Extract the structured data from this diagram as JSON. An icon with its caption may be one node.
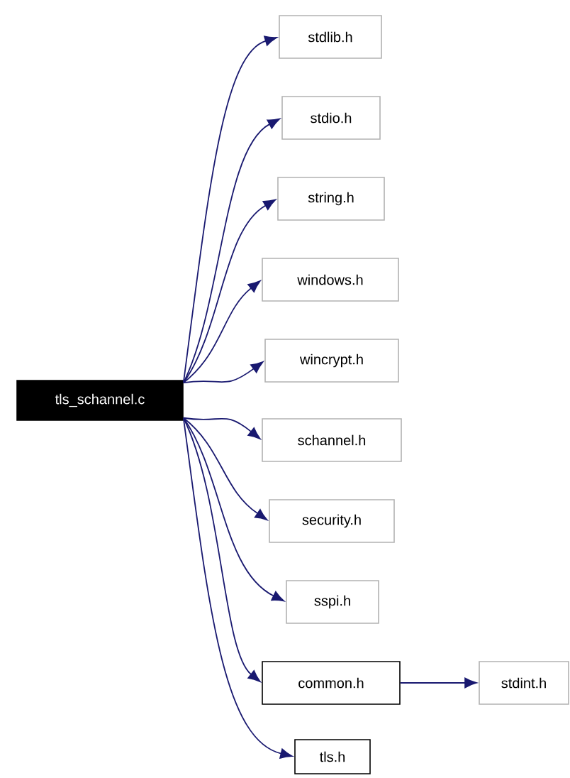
{
  "diagram": {
    "nodes": [
      {
        "text": [
          "tls_schannel.c"
        ]
      },
      {
        "text": [
          "stdlib.h"
        ]
      },
      {
        "text": [
          "stdio.h"
        ]
      },
      {
        "text": [
          "string.h"
        ]
      },
      {
        "text": [
          "windows.h"
        ]
      },
      {
        "text": [
          "wincrypt.h"
        ]
      },
      {
        "text": [
          "schannel.h"
        ]
      },
      {
        "text": [
          "security.h"
        ]
      },
      {
        "text": [
          "sspi.h"
        ]
      },
      {
        "text": [
          "common.h"
        ]
      },
      {
        "text": [
          "stdint.h"
        ]
      },
      {
        "text": [
          "tls.h"
        ]
      }
    ],
    "edges": [
      {
        "from": 0,
        "to": 1,
        "arrow": "to"
      },
      {
        "from": 0,
        "to": 2,
        "arrow": "to"
      },
      {
        "from": 0,
        "to": 3,
        "arrow": "to"
      },
      {
        "from": 0,
        "to": 4,
        "arrow": "to"
      },
      {
        "from": 0,
        "to": 5,
        "arrow": "to"
      },
      {
        "from": 0,
        "to": 6,
        "arrow": "to"
      },
      {
        "from": 0,
        "to": 7,
        "arrow": "to"
      },
      {
        "from": 0,
        "to": 8,
        "arrow": "to"
      },
      {
        "from": 0,
        "to": 9,
        "arrow": "to"
      },
      {
        "from": 0,
        "to": 11,
        "arrow": "to"
      },
      {
        "from": 9,
        "to": 10,
        "arrow": "to"
      }
    ]
  }
}
